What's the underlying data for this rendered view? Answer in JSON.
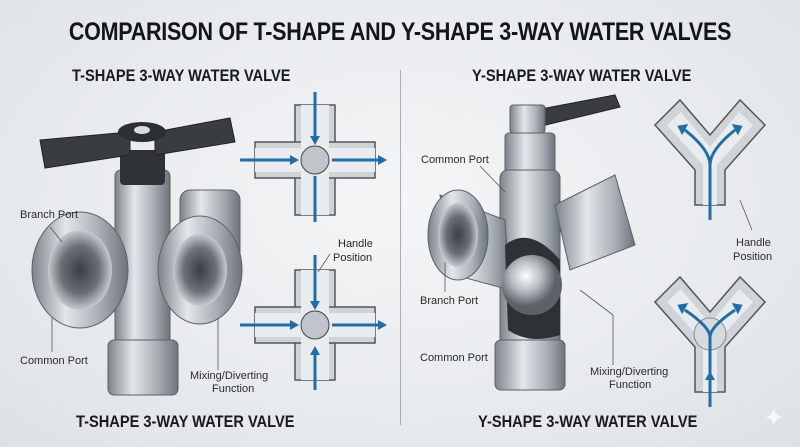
{
  "title": "COMPARISON OF T-SHAPE AND Y-SHAPE 3-WAY WATER VALVES",
  "panels": {
    "left": {
      "heading_top": "T-SHAPE 3-WAY WATER VALVE",
      "heading_bottom": "T-SHAPE 3-WAY WATER VALVE",
      "labels": {
        "branch_port": "Branch Port",
        "common_port": "Common Port",
        "handle_position_1": "Handle",
        "handle_position_2": "Position",
        "mixing_1": "Mixing/Diverting",
        "mixing_2": "Function"
      },
      "diagrams": [
        "t-cross-section-flow-1",
        "t-cross-section-flow-2"
      ]
    },
    "right": {
      "heading_top": "Y-SHAPE 3-WAY WATER VALVE",
      "heading_bottom": "Y-SHAPE 3-WAY WATER VALVE",
      "labels": {
        "common_port_top": "Common Port",
        "branch_port": "Branch Port",
        "common_port_bottom": "Common Port",
        "handle_position_1": "Handle",
        "handle_position_2": "Position",
        "mixing_1": "Mixing/Diverting",
        "mixing_2": "Function"
      },
      "diagrams": [
        "y-cross-section-flow-1",
        "y-cross-section-flow-2"
      ]
    }
  },
  "colors": {
    "flow_arrow": "#1f6ea8",
    "handle": "#3a3d40",
    "metal": "#b9bec4",
    "text": "#1a1a1a"
  }
}
